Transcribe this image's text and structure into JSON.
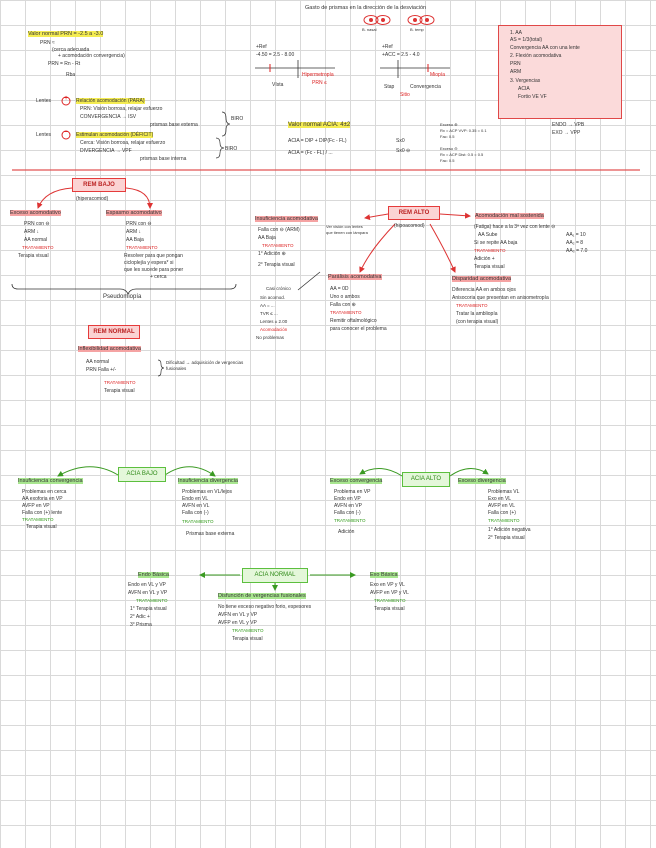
{
  "title": "Gasto de prismas en la dirección de la desviación",
  "eye_labels": {
    "left": "B. nasal",
    "right": "B. temp"
  },
  "top_left": {
    "valor_normal": "Valor normal PRN = -2.5 a -3.0",
    "l1": "PRN ≈",
    "l2": "(cerca adecuada",
    "l3": "+ acomodación convergencia)",
    "l4": "PRN = Rn - Rt",
    "l5": "Rba"
  },
  "line1": {
    "a": "+Ref",
    "b": "-4.50 = 2.5 - 8.00",
    "c": "Hipermetropía",
    "d": "Vísta",
    "e": "PRN ≤"
  },
  "line2": {
    "a": "+Ref",
    "b": "+ACC = 2.5 - 4.0",
    "c": "Miopía",
    "d": "Stap",
    "e": "Convergencia",
    "f": "Sitio"
  },
  "lentes_pos": {
    "label": "Lentes",
    "l1": "Relación acomodación (PARA)",
    "l2": "PRN: Visión borrosa, relajar esfuerzo",
    "l3": "CONVERGENCIA → ISV",
    "l4": "prismas base externa",
    "brace": "BIRO"
  },
  "lentes_neg": {
    "label": "Lentes",
    "l1": "Estimulan acomodación (DÉFICIT)",
    "l2": "Cerca: Visión borrosa, relajar esfuerzo",
    "l3": "DIVERGENCIA → VPF",
    "l4": "prismas base interna",
    "brace": "BIRO"
  },
  "acia": {
    "valor": "Valor normal ACIA: 4±2",
    "f1": "ACIA = DIP + DIP(Fc - FL)",
    "f2": "ACIA = (Fc - FL) / ...",
    "side1": "Sx0",
    "side2": "Sx0 ⊖"
  },
  "side_notes": {
    "n1": "Exceso ⊕",
    "n2": "Rx = ACP  VVP: 0.35 = 0.1",
    "n3": "Fac: 0.5",
    "n4": "Exceso ⊖",
    "n5": "Rx = ACP  Dist: 0.5 = 0.5",
    "n6": "Fac: 0.5",
    "r1": "ENDO → VPB",
    "r2": "EXO → VPP"
  },
  "red_box": {
    "l1": "1. AA",
    "l2": "AS = 1/3(total)",
    "l3": "Convergencia AA con una lente",
    "l4": "2. Flexión acomodativa",
    "l5": "PRN",
    "l6": "ARM",
    "l7": "3. Vergencias",
    "l8": "ACIA",
    "l9": "Fortio VE VF"
  },
  "rem_bajo": {
    "title": "REM BAJO",
    "sub": "(hiperacomod)",
    "left_h": "Exceso acomodativo",
    "left": [
      "PRN con ⊖",
      "ARM ↓",
      "AA normal",
      "TRATAMIENTO",
      "Terapia visual"
    ],
    "right_h": "Espasmo acomodativo",
    "right": [
      "PRN con ⊖",
      "ARM ↓",
      "AA Baja",
      "TRATAMIENTO",
      "Resolver para que pongan",
      "cicloplejía y espera* si",
      "que les sucede para poner",
      "+ cerca"
    ],
    "bottom": "Pseudomiopía"
  },
  "rem_normal": {
    "title": "REM NORMAL",
    "h": "Inflexibilidad acomodativa",
    "l1": "AA normal",
    "l2": "PRN Falla +/-",
    "l3": "Dificultad → adquisición de vergencias fusionales",
    "t1": "TRATAMIENTO",
    "t2": "Terapia visual"
  },
  "rem_alto": {
    "title": "REM ALTO",
    "sub": "(hipoacomod)",
    "left_h": "Insuficiencia acomodativa",
    "left": [
      "Falla con ⊖ (ARM)",
      "AA Baja",
      "TRATAMIENTO",
      "1° Adición ⊕",
      "2° Terapia visual"
    ],
    "left_note": "Ver visión con lentes que tienen con lámpara",
    "mid_h": "Parálisis acomodativa",
    "mid": [
      "AA = 0D",
      "Uno o ambos",
      "Falla con ⊕",
      "TRATAMIENTO",
      "Remitir oftalmológico",
      "para conocer el problema"
    ],
    "mid_note": [
      "Casi crónico",
      "Sin acomod.",
      "AA = ...",
      "TVR ≤ ...",
      "Lentes ± 2.00",
      "Acomodación",
      "No problemas"
    ],
    "right_h": "Acomodación mal sostenida",
    "right": [
      "(Fatiga) hace a la 3ª vez con lente ⊖",
      "AA Sube",
      "Si se repite AA baja",
      "TRATAMIENTO",
      "Adición +",
      "Terapia visual"
    ],
    "right_vals": [
      "AA₁ = 10",
      "AA₂ = 8",
      "AA₃ = 7.0"
    ],
    "bot_h": "Disparidad acomodativa",
    "bot": [
      "Diferencia AA en ambos ojos",
      "Anisocoria que presentan en anisometropía",
      "TRATAMIENTO",
      "Tratar la ambliopía",
      "(con terapia visual)"
    ]
  },
  "acia_bajo": {
    "title": "ACIA BAJO",
    "left_h": "Insuficiencia convergencia",
    "left": [
      "Problemas en cerca",
      "AA exoforia en VP",
      "AVFP en VP",
      "Falla con (+) lente",
      "TRATAMIENTO",
      "Terapia visual"
    ],
    "right_h": "Insuficiencia divergencia",
    "right": [
      "Problemas en VL/lejos",
      "Endo en VL",
      "AVFN en VL",
      "Falla con (-)",
      "TRATAMIENTO",
      "Prismas base externa"
    ]
  },
  "acia_alto": {
    "title": "ACIA ALTO",
    "left_h": "Exceso convergencia",
    "left": [
      "Problema en VP",
      "Endo en VP",
      "AVFN en VP",
      "Falla con (-)",
      "TRATAMIENTO",
      "Adición"
    ],
    "right_h": "Exceso divergencia",
    "right": [
      "Problemas VL",
      "Exo en VL",
      "AVFP en VL",
      "Falla con (+)",
      "TRATAMIENTO",
      "1° Adición negativa",
      "2° Terapia visual"
    ]
  },
  "acia_normal": {
    "title": "ACIA NORMAL",
    "left_h": "Endo Básica",
    "left": [
      "Endo en VL y VP",
      "AVFN en VL y VP",
      "TRATAMIENTO",
      "1° Terapia visual",
      "2° Adic +",
      "3° Prisma"
    ],
    "mid_h": "Disfunción de vergencias fusionales",
    "mid": [
      "No tiene exceso negativo forio, espesores",
      "AVFN en VL y VP",
      "AVFP en VL y VP",
      "TRATAMIENTO",
      "Terapia visual"
    ],
    "right_h": "Exo Básica",
    "right": [
      "Exo en VP y VL",
      "AVFP en VP y VL",
      "TRATAMIENTO",
      "Terapia visual"
    ]
  }
}
